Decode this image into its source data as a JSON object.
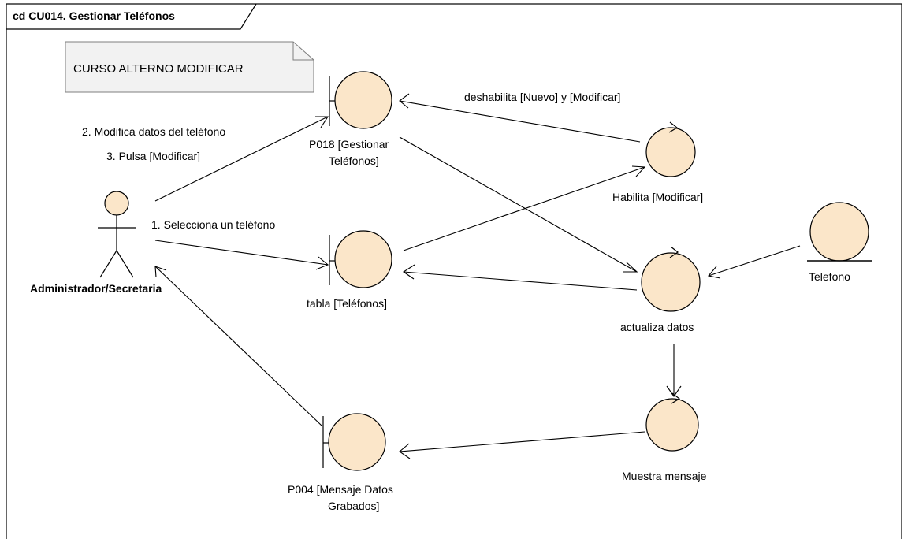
{
  "frame": {
    "title": "cd CU014. Gestionar Teléfonos"
  },
  "note": {
    "text": "CURSO ALTERNO MODIFICAR"
  },
  "actor": {
    "label": "Administrador/Secretaria"
  },
  "boundaries": {
    "p018": {
      "line1": "P018 [Gestionar",
      "line2": "Teléfonos]"
    },
    "tabla": {
      "line1": "tabla [Teléfonos]"
    },
    "p004": {
      "line1": "P004 [Mensaje Datos",
      "line2": "Grabados]"
    }
  },
  "controls": {
    "habilita": {
      "label": "Habilita [Modificar]"
    },
    "actualiza": {
      "label": "actualiza datos"
    },
    "muestra": {
      "label": "Muestra mensaje"
    }
  },
  "entities": {
    "telefono": {
      "label": "Telefono"
    }
  },
  "messages": {
    "m1": "1. Selecciona un teléfono",
    "m2": "2. Modifica datos del teléfono",
    "m3": "3. Pulsa [Modificar]",
    "m4": "deshabilita [Nuevo] y [Modificar]"
  },
  "colors": {
    "object_fill": "#fbe6c9",
    "note_fill": "#f2f2f2",
    "line": "#000000"
  }
}
